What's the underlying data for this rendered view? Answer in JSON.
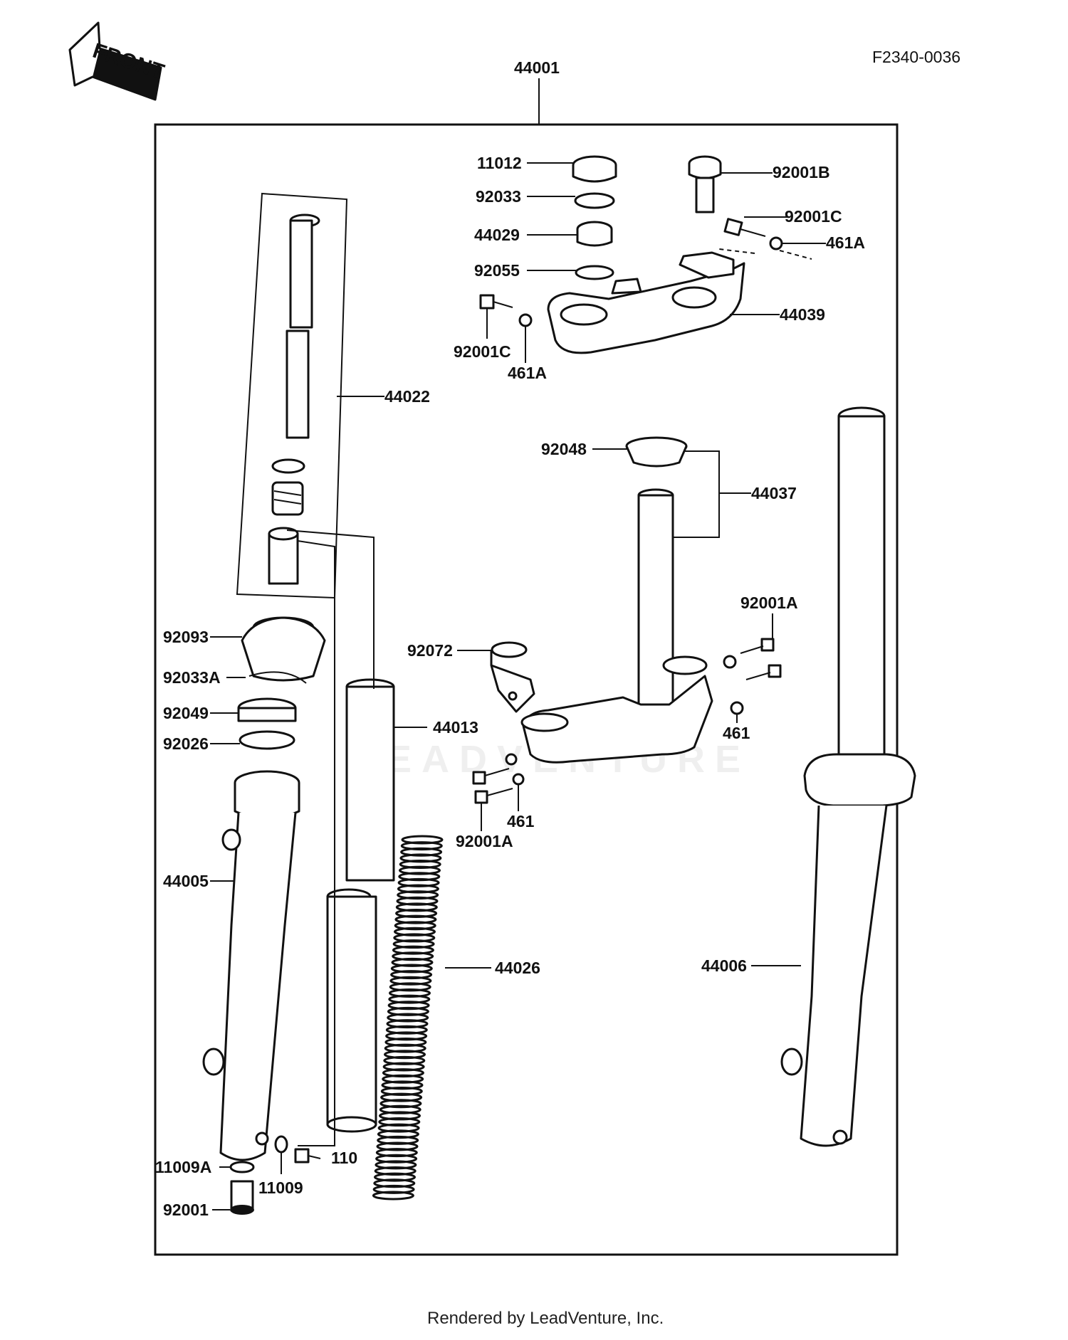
{
  "doc_id": "F2340-0036",
  "front_sign": "FRONT",
  "assembly_number": "44001",
  "footer": "Rendered by LeadVenture, Inc.",
  "watermark": "LEADVENTURE",
  "callouts": [
    {
      "id": "c11012",
      "text": "11012"
    },
    {
      "id": "c92033",
      "text": "92033"
    },
    {
      "id": "c44029",
      "text": "44029"
    },
    {
      "id": "c92055",
      "text": "92055"
    },
    {
      "id": "c92001B",
      "text": "92001B"
    },
    {
      "id": "c92001C_a",
      "text": "92001C"
    },
    {
      "id": "c461A_a",
      "text": "461A"
    },
    {
      "id": "c44039",
      "text": "44039"
    },
    {
      "id": "c92001C_b",
      "text": "92001C"
    },
    {
      "id": "c461A_b",
      "text": "461A"
    },
    {
      "id": "c44022",
      "text": "44022"
    },
    {
      "id": "c92048",
      "text": "92048"
    },
    {
      "id": "c44037",
      "text": "44037"
    },
    {
      "id": "c92001A_a",
      "text": "92001A"
    },
    {
      "id": "c92072",
      "text": "92072"
    },
    {
      "id": "c461_a",
      "text": "461"
    },
    {
      "id": "c44013",
      "text": "44013"
    },
    {
      "id": "c461_b",
      "text": "461"
    },
    {
      "id": "c92001A_b",
      "text": "92001A"
    },
    {
      "id": "c92093",
      "text": "92093"
    },
    {
      "id": "c92033A",
      "text": "92033A"
    },
    {
      "id": "c92049",
      "text": "92049"
    },
    {
      "id": "c92026",
      "text": "92026"
    },
    {
      "id": "c44005",
      "text": "44005"
    },
    {
      "id": "c44026",
      "text": "44026"
    },
    {
      "id": "c44006",
      "text": "44006"
    },
    {
      "id": "c11009A",
      "text": "11009A"
    },
    {
      "id": "c11009",
      "text": "11009"
    },
    {
      "id": "c110",
      "text": "110"
    },
    {
      "id": "c92001",
      "text": "92001"
    }
  ]
}
